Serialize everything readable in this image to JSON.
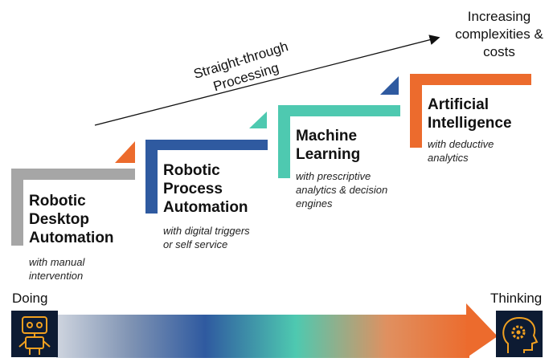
{
  "corner_label": "Increasing complexities & costs",
  "trend_label": "Straight-through Processing",
  "steps": [
    {
      "title": "Robotic Desktop Automation",
      "subtitle": "with manual intervention",
      "color": "#a6a6a6"
    },
    {
      "title": "Robotic Process Automation",
      "subtitle": "with digital triggers or self service",
      "color": "#2f5aa0"
    },
    {
      "title": "Machine Learning",
      "subtitle": "with prescriptive analytics & decision engines",
      "color": "#4ec9b0"
    },
    {
      "title": "Artificial Intelligence",
      "subtitle": "with deductive analytics",
      "color": "#ec6b2d"
    }
  ],
  "spectrum": {
    "start_label": "Doing",
    "end_label": "Thinking",
    "start_icon": "robot-icon",
    "end_icon": "brain-gear-icon",
    "icon_bg": "#0d1b33",
    "icon_color": "#f0a020"
  }
}
